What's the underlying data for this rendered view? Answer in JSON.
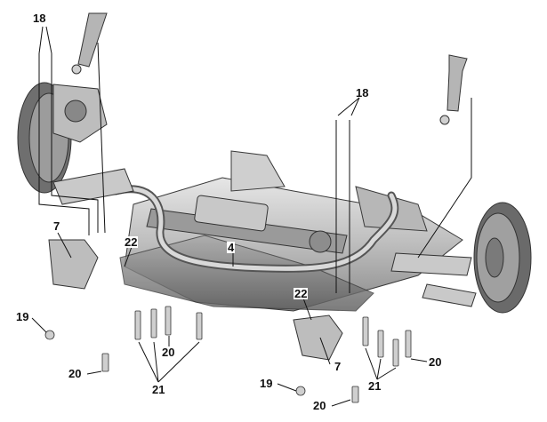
{
  "figure": {
    "description_free": true,
    "callouts": {
      "c18_left": "18",
      "c18_right": "18",
      "c7_left": "7",
      "c7_right": "7",
      "c22_left": "22",
      "c22_right": "22",
      "c4": "4",
      "c19_left": "19",
      "c19_right": "19",
      "c20_a": "20",
      "c20_b": "20",
      "c20_c": "20",
      "c20_d": "20",
      "c21_left": "21",
      "c21_right": "21"
    }
  }
}
